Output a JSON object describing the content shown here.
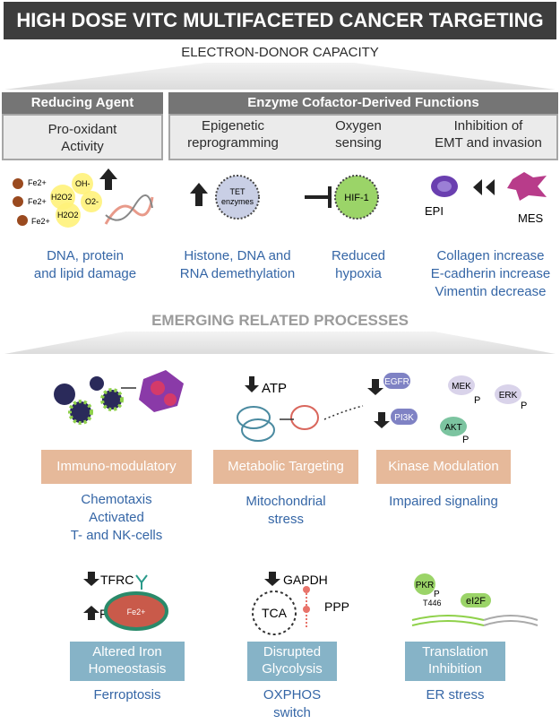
{
  "title": "HIGH DOSE VITC MULTIFACETED CANCER TARGETING",
  "subtitle": "ELECTRON-DONOR CAPACITY",
  "reducing": {
    "header": "Reducing Agent",
    "box_line1": "Pro-oxidant",
    "box_line2": "Activity",
    "outcome_line1": "DNA, protein",
    "outcome_line2": "and lipid damage",
    "fe1": "Fe2+",
    "fe2": "Fe2+",
    "fe3": "Fe2+",
    "h2o2_a": "H2O2",
    "h2o2_b": "H2O2",
    "oh": "OH-",
    "o2": "O2-"
  },
  "enzyme": {
    "header": "Enzyme Cofactor-Derived Functions",
    "col1_line1": "Epigenetic",
    "col1_line2": "reprogramming",
    "col2_line1": "Oxygen",
    "col2_line2": "sensing",
    "col3_line1": "Inhibition of",
    "col3_line2": "EMT and invasion",
    "tet_line1": "TET",
    "tet_line2": "enzymes",
    "hif": "HIF-1",
    "epi": "EPI",
    "mes": "MES",
    "out1_line1": "Histone, DNA and",
    "out1_line2": "RNA demethylation",
    "out2_line1": "Reduced",
    "out2_line2": "hypoxia",
    "out3_line1": "Collagen increase",
    "out3_line2": "E-cadherin increase",
    "out3_line3": "Vimentin decrease"
  },
  "emerging_title": "EMERGING RELATED PROCESSES",
  "row1": {
    "immuno": "Immuno-modulatory",
    "immuno_out1": "Chemotaxis",
    "immuno_out2": "Activated",
    "immuno_out3": "T- and NK-cells",
    "atp": "ATP",
    "metabolic": "Metabolic Targeting",
    "metabolic_out1": "Mitochondrial",
    "metabolic_out2": "stress",
    "egfr": "EGFR",
    "mek": "MEK",
    "erk": "ERK",
    "pi3k": "PI3K",
    "akt": "AKT",
    "p": "P",
    "kinase": "Kinase Modulation",
    "kinase_out": "Impaired signaling"
  },
  "row2": {
    "tfrc": "TFRC",
    "ft": "FT",
    "fe": "Fe2+",
    "iron_line1": "Altered Iron",
    "iron_line2": "Homeostasis",
    "iron_out": "Ferroptosis",
    "gapdh": "GAPDH",
    "tca": "TCA",
    "ppp": "PPP",
    "glyco_line1": "Disrupted",
    "glyco_line2": "Glycolysis",
    "glyco_out1": "OXPHOS",
    "glyco_out2": "switch",
    "pkr": "PKR",
    "t446": "T446",
    "ei2f": "eI2F",
    "p": "P",
    "trans_line1": "Translation",
    "trans_line2": "Inhibition",
    "trans_out": "ER stress"
  }
}
